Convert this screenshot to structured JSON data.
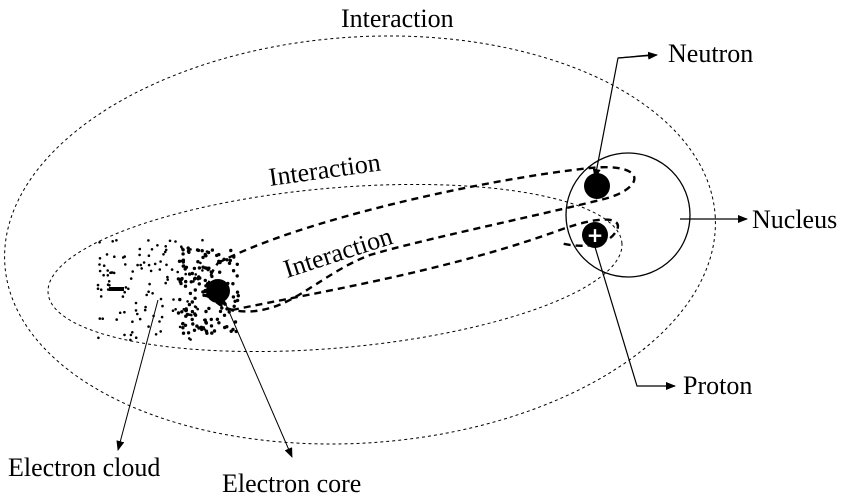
{
  "labels": {
    "interaction_outer": "Interaction",
    "interaction_upper": "Interaction",
    "interaction_lower": "Interaction",
    "neutron": "Neutron",
    "nucleus": "Nucleus",
    "proton": "Proton",
    "electron_cloud": "Electron cloud",
    "electron_core": "Electron core",
    "electron_charge": "-",
    "proton_charge": "+"
  },
  "colors": {
    "ink": "#000000",
    "background": "#ffffff"
  }
}
